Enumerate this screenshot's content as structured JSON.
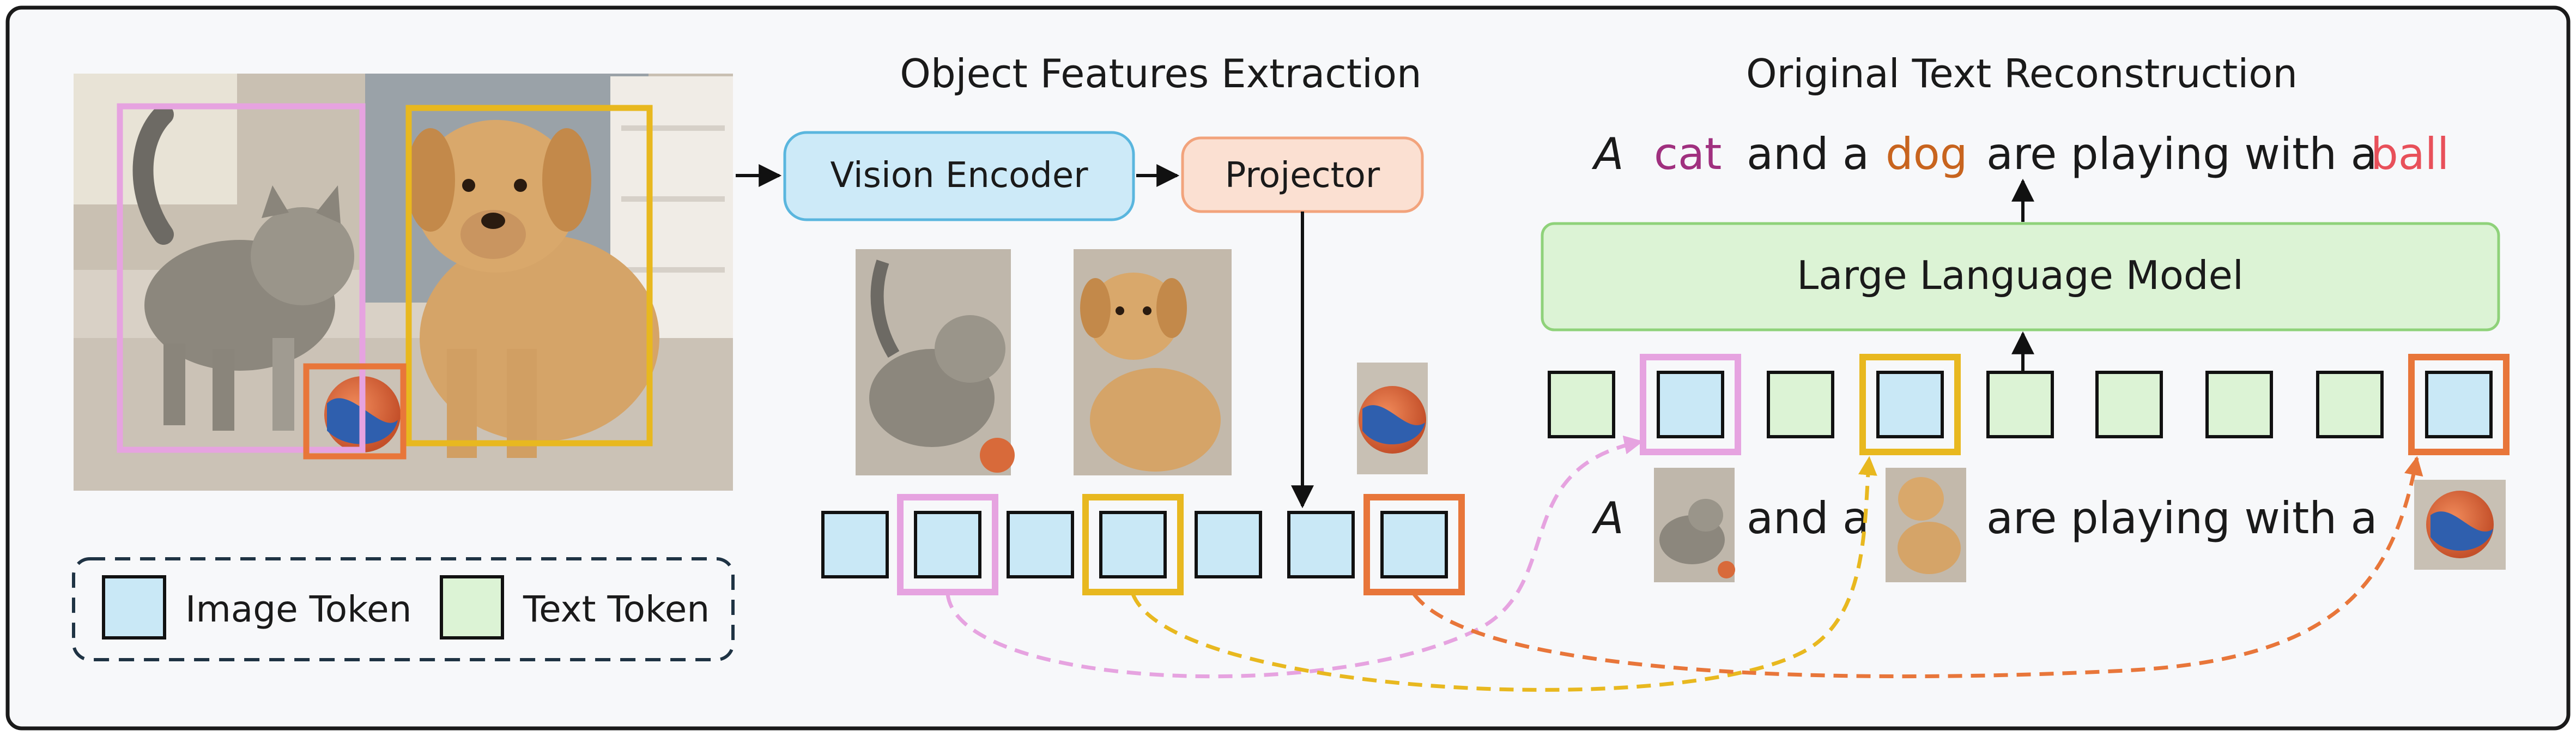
{
  "titles": {
    "extraction": "Object Features Extraction",
    "reconstruction": "Original Text Reconstruction"
  },
  "modules": {
    "vision_encoder": "Vision Encoder",
    "projector": "Projector",
    "llm": "Large Language Model"
  },
  "output_sentence": {
    "w1": "A",
    "w2": "cat",
    "w3": "and a",
    "w4": "dog",
    "w5": "are playing with a",
    "w6": "ball"
  },
  "input_sentence": {
    "w1": "A",
    "w3": "and a",
    "w5": "are playing with a"
  },
  "legend": {
    "image_token": "Image Token",
    "text_token": "Text Token"
  },
  "colors": {
    "cat": "#a0307f",
    "dog": "#c8641e",
    "ball": "#e8505a",
    "cat_box": "#e6a3e0",
    "dog_box": "#e8b81f",
    "ball_box": "#e8763a",
    "image_token_fill": "#c9e8f6",
    "text_token_fill": "#dcf3d5",
    "encoder_fill": "#cdeaf8",
    "projector_fill": "#fbe0d2",
    "llm_fill": "#dcf3d5"
  }
}
